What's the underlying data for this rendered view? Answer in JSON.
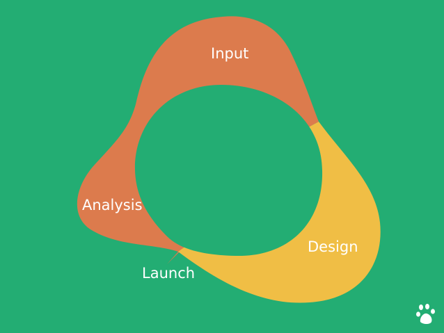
{
  "diagram": {
    "stages": [
      {
        "label": "Input"
      },
      {
        "label": "Analysis"
      },
      {
        "label": "Design"
      },
      {
        "label": "Launch"
      }
    ]
  },
  "colors": {
    "background": "#23ad73",
    "orange_segment": "#dc7b4d",
    "yellow_segment": "#f0be45",
    "label_text": "#ffffff",
    "logo": "#ffffff"
  },
  "icons": {
    "logo": "paw-print-icon"
  }
}
